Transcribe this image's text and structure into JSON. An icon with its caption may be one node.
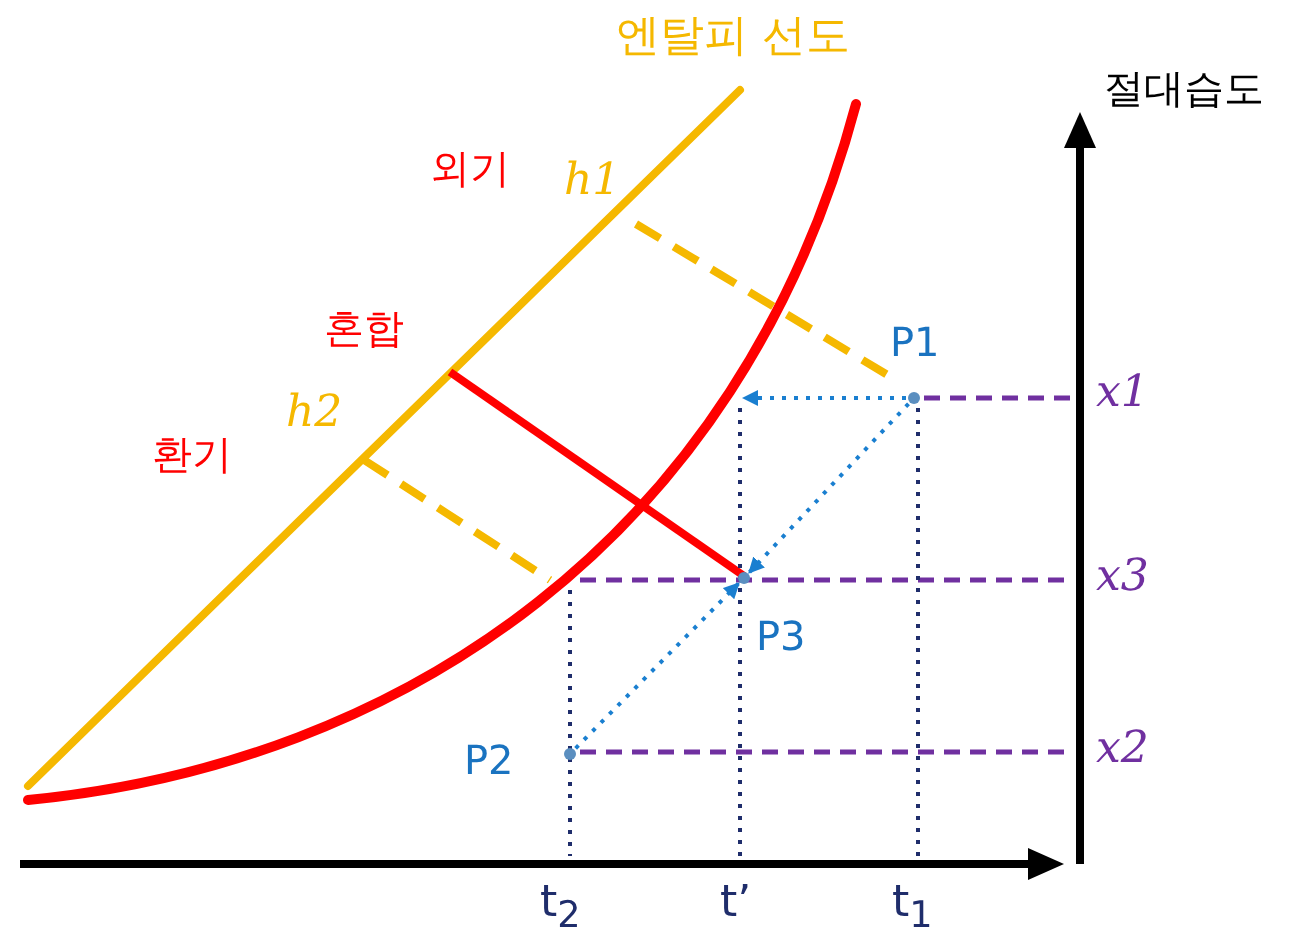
{
  "diagram": {
    "nodes": [
      {
        "text": [
          "P1"
        ]
      },
      {
        "text": [
          "P3"
        ]
      },
      {
        "text": [
          "P2"
        ]
      }
    ],
    "edges": [
      {
        "from": 0,
        "to": null,
        "arrow": "to",
        "style": "dashed"
      },
      {
        "from": 0,
        "to": 1,
        "arrow": "to",
        "style": "dashed"
      },
      {
        "from": 2,
        "to": 1,
        "arrow": "to",
        "style": "dashed"
      }
    ],
    "labels": [
      "엔탈피 선도",
      "절대습도",
      "외기",
      "h1",
      "혼합",
      "h2",
      "환기",
      "x1",
      "x3",
      "x2",
      "t$_{2}$",
      "t’",
      "t$_{1}$"
    ]
  }
}
